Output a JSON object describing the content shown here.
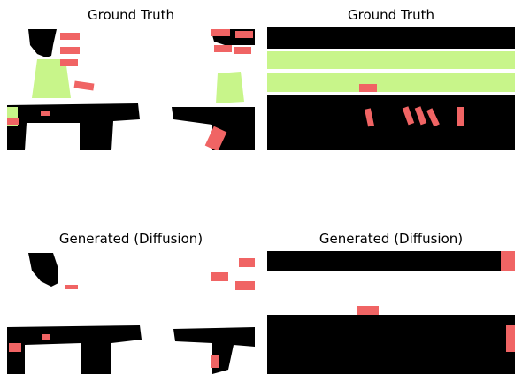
{
  "panels": [
    {
      "title": "Ground Truth"
    },
    {
      "title": "Ground Truth"
    },
    {
      "title": "Generated (Diffusion)"
    },
    {
      "title": "Generated (Diffusion)"
    }
  ],
  "colors": {
    "road": "#000000",
    "background": "#ffffff",
    "lane": "#c8f58a",
    "vehicle": "#f06464"
  }
}
